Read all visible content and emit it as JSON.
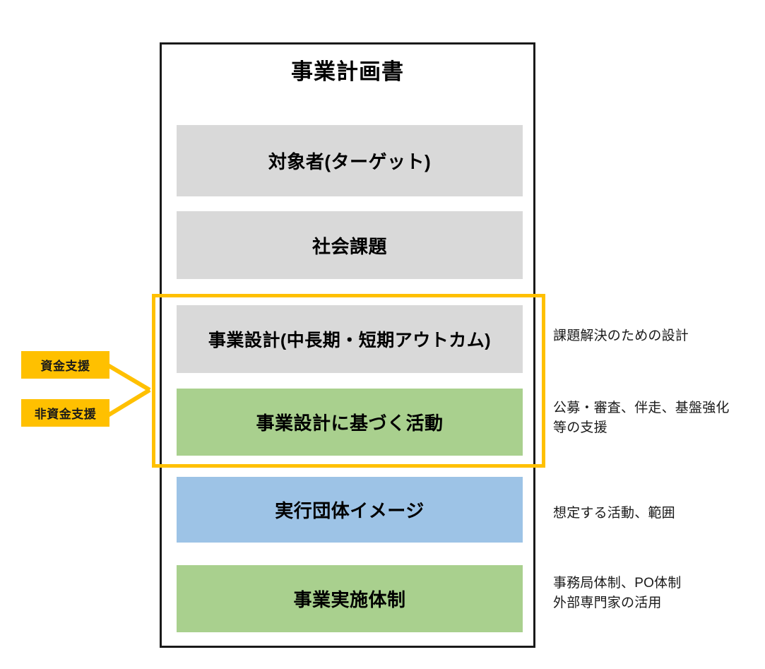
{
  "diagram": {
    "title": "事業計画書",
    "colors": {
      "gray_fill": "#D9D9D9",
      "green_fill": "#A9D08E",
      "blue_fill": "#9DC3E6",
      "amber": "#FFC000",
      "frame_border": "#1a1a1a",
      "text": "#000000"
    },
    "sections": [
      {
        "label": "対象者(ターゲット)",
        "fill": "gray",
        "note": ""
      },
      {
        "label": "社会課題",
        "fill": "gray",
        "note": ""
      },
      {
        "label": "事業設計(中長期・短期アウトカム)",
        "fill": "gray",
        "note": "課題解決のための設計"
      },
      {
        "label": "事業設計に基づく活動",
        "fill": "green",
        "note": "公募・審査、伴走、基盤強化\n等の支援"
      },
      {
        "label": "実行団体イメージ",
        "fill": "blue",
        "note": "想定する活動、範囲"
      },
      {
        "label": "事業実施体制",
        "fill": "green",
        "note": "事務局体制、PO体制\n外部専門家の活用"
      }
    ],
    "notes": {
      "note_1": "課題解決のための設計",
      "note_2": "公募・審査、伴走、基盤強化\n等の支援",
      "note_3": "想定する活動、範囲",
      "note_4": "事務局体制、PO体制\n外部専門家の活用"
    },
    "support_labels": [
      {
        "label": "資金支援"
      },
      {
        "label": "非資金支援"
      }
    ],
    "emphasis": {
      "description": "事業設計と事業設計に基づく活動を囲む強調枠",
      "color": "#FFC000"
    }
  }
}
